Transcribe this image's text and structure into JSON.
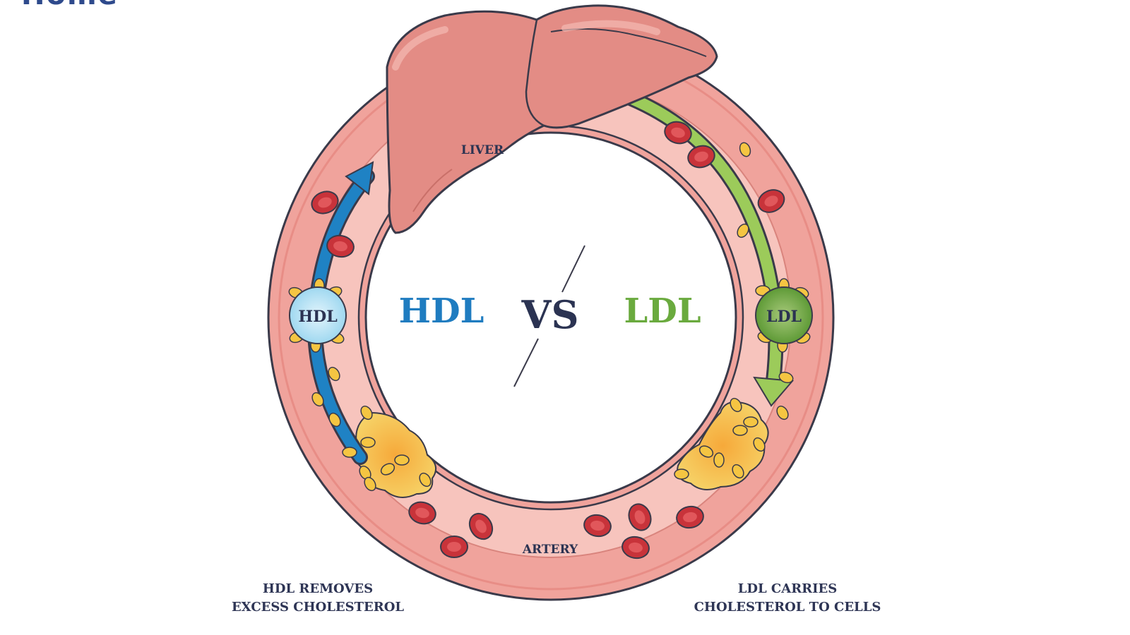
{
  "header": {
    "fragment": "Home"
  },
  "labels": {
    "liver": "LIVER",
    "artery": "ARTERY",
    "hdl_big": "HDL",
    "vs": "VS",
    "ldl_big": "LDL",
    "hdl_particle": "HDL",
    "ldl_particle": "LDL"
  },
  "captions": {
    "hdl_line1": "HDL REMOVES",
    "hdl_line2": "EXCESS CHOLESTEROL",
    "ldl_line1": "LDL CARRIES",
    "ldl_line2": "CHOLESTEROL TO CELLS"
  },
  "colors": {
    "artery_outer": "#f0a39c",
    "artery_wall": "#f4b5ae",
    "artery_lumen": "#f7c4bd",
    "outline": "#3a3a4a",
    "liver": "#e38c85",
    "liver_light": "#eeaaa2",
    "hdl_blue": "#1f82c4",
    "ldl_green": "#6aaa3e",
    "vs_navy": "#2b3352",
    "red_cell": "#c8333a",
    "red_cell_center": "#e1575b",
    "fat": "#f5c542",
    "plaque": "#f3c24a"
  },
  "icons": [
    "liver-organ-icon",
    "red-blood-cell-icon",
    "cholesterol-particle-icon",
    "plaque-deposit-icon",
    "flow-arrow-icon"
  ]
}
